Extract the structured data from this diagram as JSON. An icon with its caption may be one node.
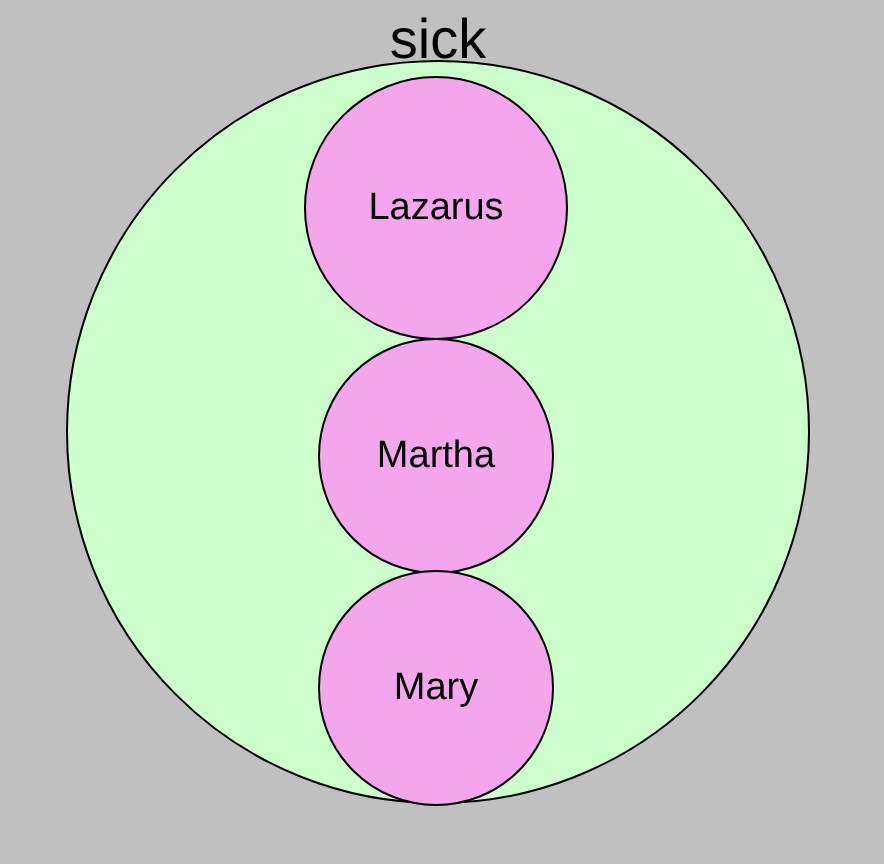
{
  "diagram": {
    "nodes": [
      {
        "text": [
          "sick"
        ]
      },
      {
        "text": [
          "Lazarus"
        ],
        "in": 0
      },
      {
        "text": [
          "Martha"
        ],
        "in": 0
      },
      {
        "text": [
          "Mary"
        ],
        "in": 0
      }
    ]
  }
}
